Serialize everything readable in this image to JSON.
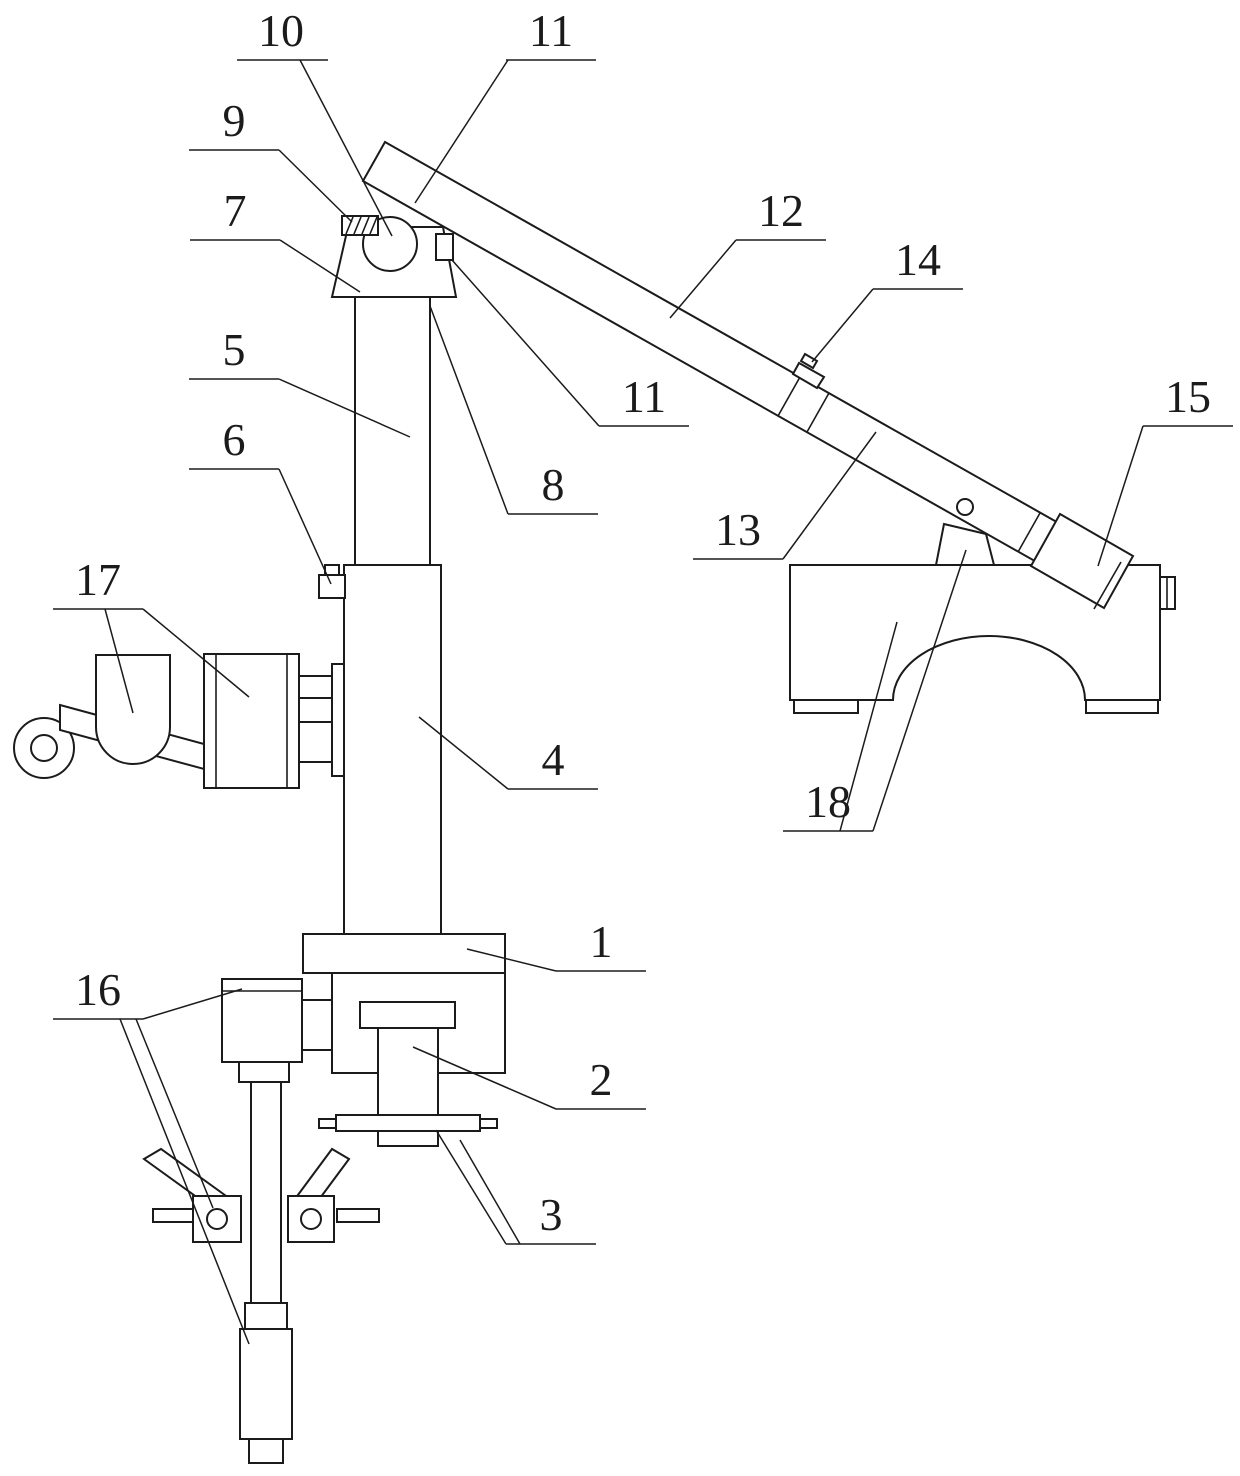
{
  "colors": {
    "line": "#1b1b1b",
    "background": "#ffffff"
  },
  "labels": [
    {
      "id": "10",
      "text": "10"
    },
    {
      "id": "11-top",
      "text": "11"
    },
    {
      "id": "9",
      "text": "9"
    },
    {
      "id": "7",
      "text": "7"
    },
    {
      "id": "12",
      "text": "12"
    },
    {
      "id": "14",
      "text": "14"
    },
    {
      "id": "5",
      "text": "5"
    },
    {
      "id": "6",
      "text": "6"
    },
    {
      "id": "11-mid",
      "text": "11"
    },
    {
      "id": "8",
      "text": "8"
    },
    {
      "id": "15",
      "text": "15"
    },
    {
      "id": "13",
      "text": "13"
    },
    {
      "id": "17",
      "text": "17"
    },
    {
      "id": "4",
      "text": "4"
    },
    {
      "id": "18",
      "text": "18"
    },
    {
      "id": "1",
      "text": "1"
    },
    {
      "id": "16",
      "text": "16"
    },
    {
      "id": "2",
      "text": "2"
    },
    {
      "id": "3",
      "text": "3"
    }
  ]
}
